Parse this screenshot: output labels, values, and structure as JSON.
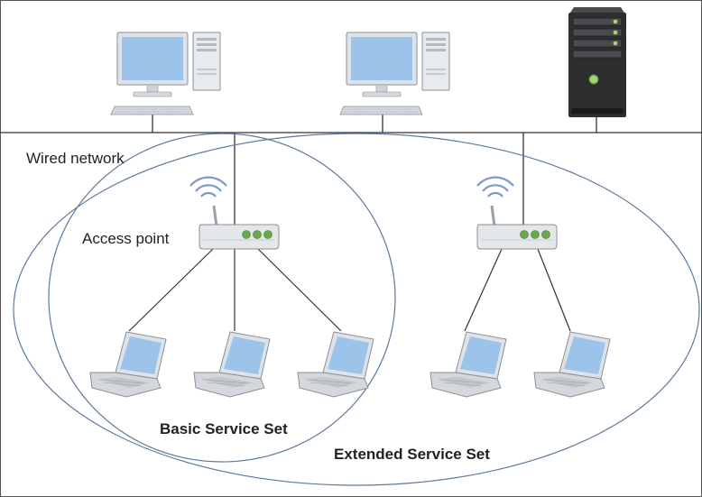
{
  "labels": {
    "wired_network": "Wired network",
    "access_point": "Access point",
    "basic_service_set": "Basic Service Set",
    "extended_service_set": "Extended Service Set"
  },
  "colors": {
    "frame": "#555555",
    "wire": "#333333",
    "ellipse": "#5b7a9e",
    "screen": "#9cc4ea",
    "device_body": "#e4e7ea",
    "device_edge": "#8a9099",
    "ap_led": "#6aa84f",
    "server": "#2e2e30",
    "wifi_arc": "#7a9bc6"
  },
  "icons": [
    "desktop-computer-icon",
    "server-icon",
    "access-point-icon",
    "wifi-signal-icon",
    "laptop-icon"
  ]
}
